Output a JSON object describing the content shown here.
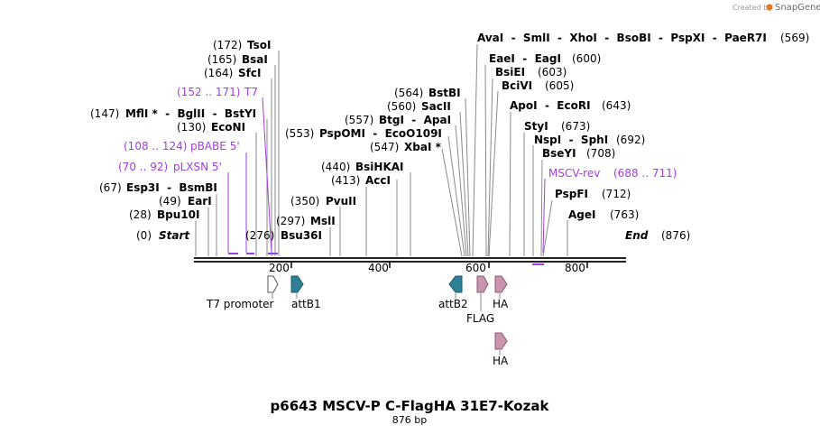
{
  "credit": {
    "prefix": "Created by",
    "brand": "SnapGene"
  },
  "title": "p6643 MSCV-P C-FlagHA 31E7-Kozak",
  "length_label": "876 bp",
  "ruler": [
    "200",
    "400",
    "600",
    "800"
  ],
  "colors": {
    "primer": "#a23ee0",
    "att": "#2e7f97",
    "tag": "#c994ad",
    "promoter": "#ffffff"
  },
  "enzymes": [
    {
      "id": "tsoi",
      "pos": "(172)",
      "names": "TsoI"
    },
    {
      "id": "bsai",
      "pos": "(165)",
      "names": "BsaI"
    },
    {
      "id": "sfci",
      "pos": "(164)",
      "names": "SfcI"
    },
    {
      "id": "mfli",
      "pos": "(147)",
      "names": "MflI *  -  BglII  -  BstYI"
    },
    {
      "id": "econi",
      "pos": "(130)",
      "names": "EcoNI"
    },
    {
      "id": "esp3i",
      "pos": "(67)",
      "names": "Esp3I  -  BsmBI"
    },
    {
      "id": "eari",
      "pos": "(49)",
      "names": "EarI"
    },
    {
      "id": "bpu10i",
      "pos": "(28)",
      "names": "Bpu10I"
    },
    {
      "id": "start",
      "pos": "(0)",
      "names": "Start"
    },
    {
      "id": "msli",
      "pos": "(297)",
      "names": "MslI"
    },
    {
      "id": "bsu36i",
      "pos": "(276)",
      "names": "Bsu36I"
    },
    {
      "id": "pvuii",
      "pos": "(350)",
      "names": "PvuII"
    },
    {
      "id": "acci",
      "pos": "(413)",
      "names": "AccI"
    },
    {
      "id": "bsihkai",
      "pos": "(440)",
      "names": "BsiHKAI"
    },
    {
      "id": "xbai",
      "pos": "(547)",
      "names": "XbaI *"
    },
    {
      "id": "psp",
      "pos": "(553)",
      "names": "PspOMI  -  EcoO109I"
    },
    {
      "id": "btgi",
      "pos": "(557)",
      "names": "BtgI  -  ApaI"
    },
    {
      "id": "sacii",
      "pos": "(560)",
      "names": "SacII"
    },
    {
      "id": "bstbi",
      "pos": "(564)",
      "names": "BstBI"
    },
    {
      "id": "avai",
      "pos": "(569)",
      "names": "AvaI  -  SmlI  -  XhoI  -  BsoBI  -  PspXI  -  PaeR7I"
    },
    {
      "id": "eaei",
      "pos": "(600)",
      "names": "EaeI  -  EagI"
    },
    {
      "id": "bsiei",
      "pos": "(603)",
      "names": "BsiEI"
    },
    {
      "id": "bcivi",
      "pos": "(605)",
      "names": "BciVI"
    },
    {
      "id": "apoi",
      "pos": "(643)",
      "names": "ApoI  -  EcoRI"
    },
    {
      "id": "styi",
      "pos": "(673)",
      "names": "StyI"
    },
    {
      "id": "nspi",
      "pos": "(692)",
      "names": "NspI  -  SphI"
    },
    {
      "id": "bseyi",
      "pos": "(708)",
      "names": "BseYI"
    },
    {
      "id": "pspfi",
      "pos": "(712)",
      "names": "PspFI"
    },
    {
      "id": "agei",
      "pos": "(763)",
      "names": "AgeI"
    },
    {
      "id": "end",
      "pos": "(876)",
      "names": "End"
    }
  ],
  "primers": [
    {
      "id": "t7",
      "pos": "(152 .. 171)",
      "names": "T7"
    },
    {
      "id": "pbabe5",
      "pos": "(108 .. 124)",
      "names": "pBABE 5'"
    },
    {
      "id": "plxsn5",
      "pos": "(70 .. 92)",
      "names": "pLXSN 5'"
    },
    {
      "id": "msscvrev",
      "pos": "(688 .. 711)",
      "names": "MSCV-rev"
    }
  ],
  "features": [
    {
      "id": "t7-promoter",
      "label": "T7 promoter"
    },
    {
      "id": "attb1",
      "label": "attB1"
    },
    {
      "id": "attb2",
      "label": "attB2"
    },
    {
      "id": "flag",
      "label": "FLAG"
    },
    {
      "id": "ha1",
      "label": "HA"
    },
    {
      "id": "ha2",
      "label": "HA"
    }
  ]
}
